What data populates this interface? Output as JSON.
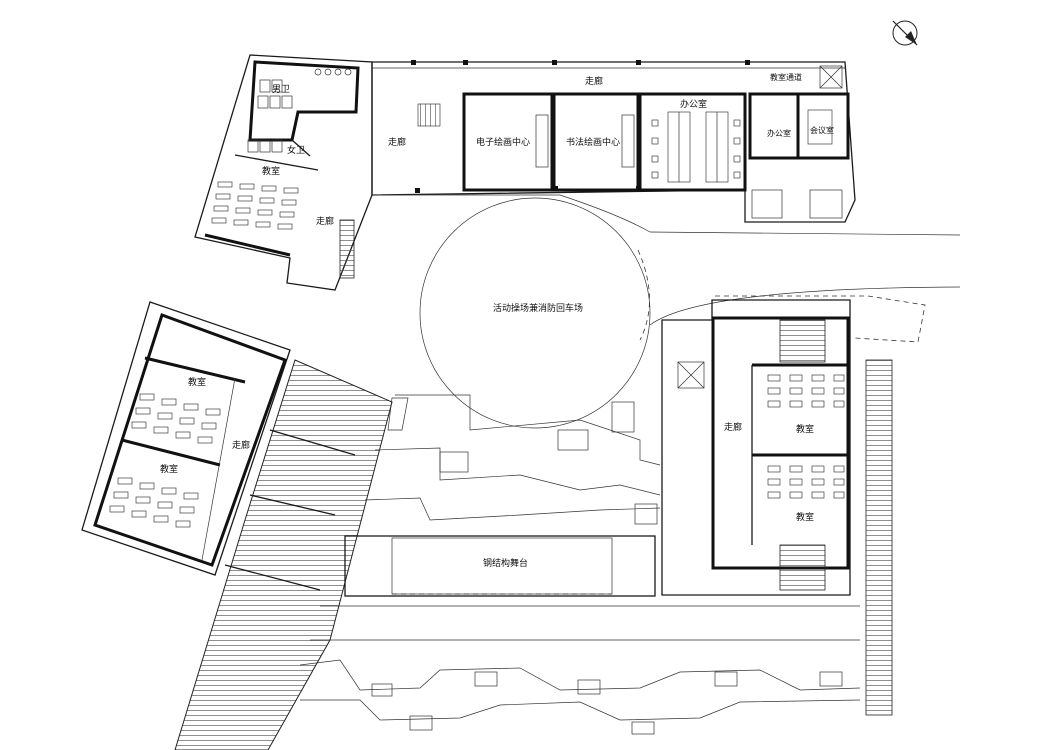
{
  "labels": {
    "corridor_top_left": "走廊",
    "corridor_top_right": "走廊",
    "corridor_north_wing": "走廊",
    "corridor_west_block": "走廊",
    "corridor_east_block": "走廊",
    "mens_restroom": "男卫",
    "womens_restroom": "女卫",
    "classroom_north_wing": "教室",
    "classroom_west_upper": "教室",
    "classroom_west_lower": "教室",
    "classroom_east_upper": "教室",
    "classroom_east_lower": "教室",
    "digital_painting_center": "电子绘画中心",
    "calligraphy_painting_center": "书法绘画中心",
    "office_large": "办公室",
    "office_small": "办公室",
    "meeting_room": "会议室",
    "classroom_passage": "教室通道",
    "playground": "活动操场兼消防回车场",
    "steel_stage": "钢结构舞台"
  }
}
